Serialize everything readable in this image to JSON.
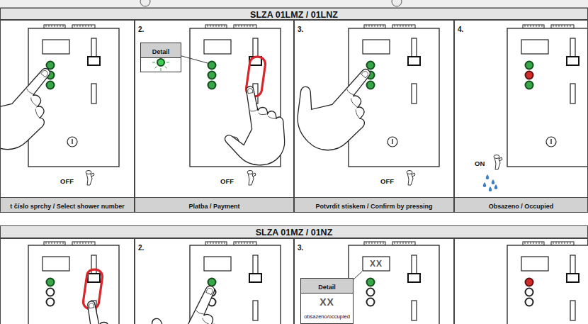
{
  "diagram": {
    "nodes": [
      {
        "text": [
          "SLZA 01LMZ / 01LNZ"
        ]
      },
      {
        "text": [
          "OFF"
        ]
      },
      {
        "text": [
          "2.",
          "OFF"
        ]
      },
      {
        "text": [
          "Detail"
        ],
        "in": 2
      },
      {
        "text": [
          "3.",
          "OFF"
        ]
      },
      {
        "text": [
          "4.",
          "ON"
        ]
      },
      {
        "text": [
          "t číslo sprchy / Select shower number"
        ]
      },
      {
        "text": [
          "Platba / Payment"
        ]
      },
      {
        "text": [
          "Potvrdit stiskem / Confirm by pressing"
        ]
      },
      {
        "text": [
          "Obsazeno / Occupied"
        ]
      },
      {
        "text": [
          "SLZA 01MZ / 01NZ"
        ]
      },
      {
        "text": [
          "2."
        ]
      },
      {
        "text": [
          "3."
        ]
      },
      {
        "text": [
          "Detail",
          "XX",
          "obsazeno/occupied"
        ],
        "in": 12
      }
    ],
    "labels": [
      "XX"
    ]
  }
}
